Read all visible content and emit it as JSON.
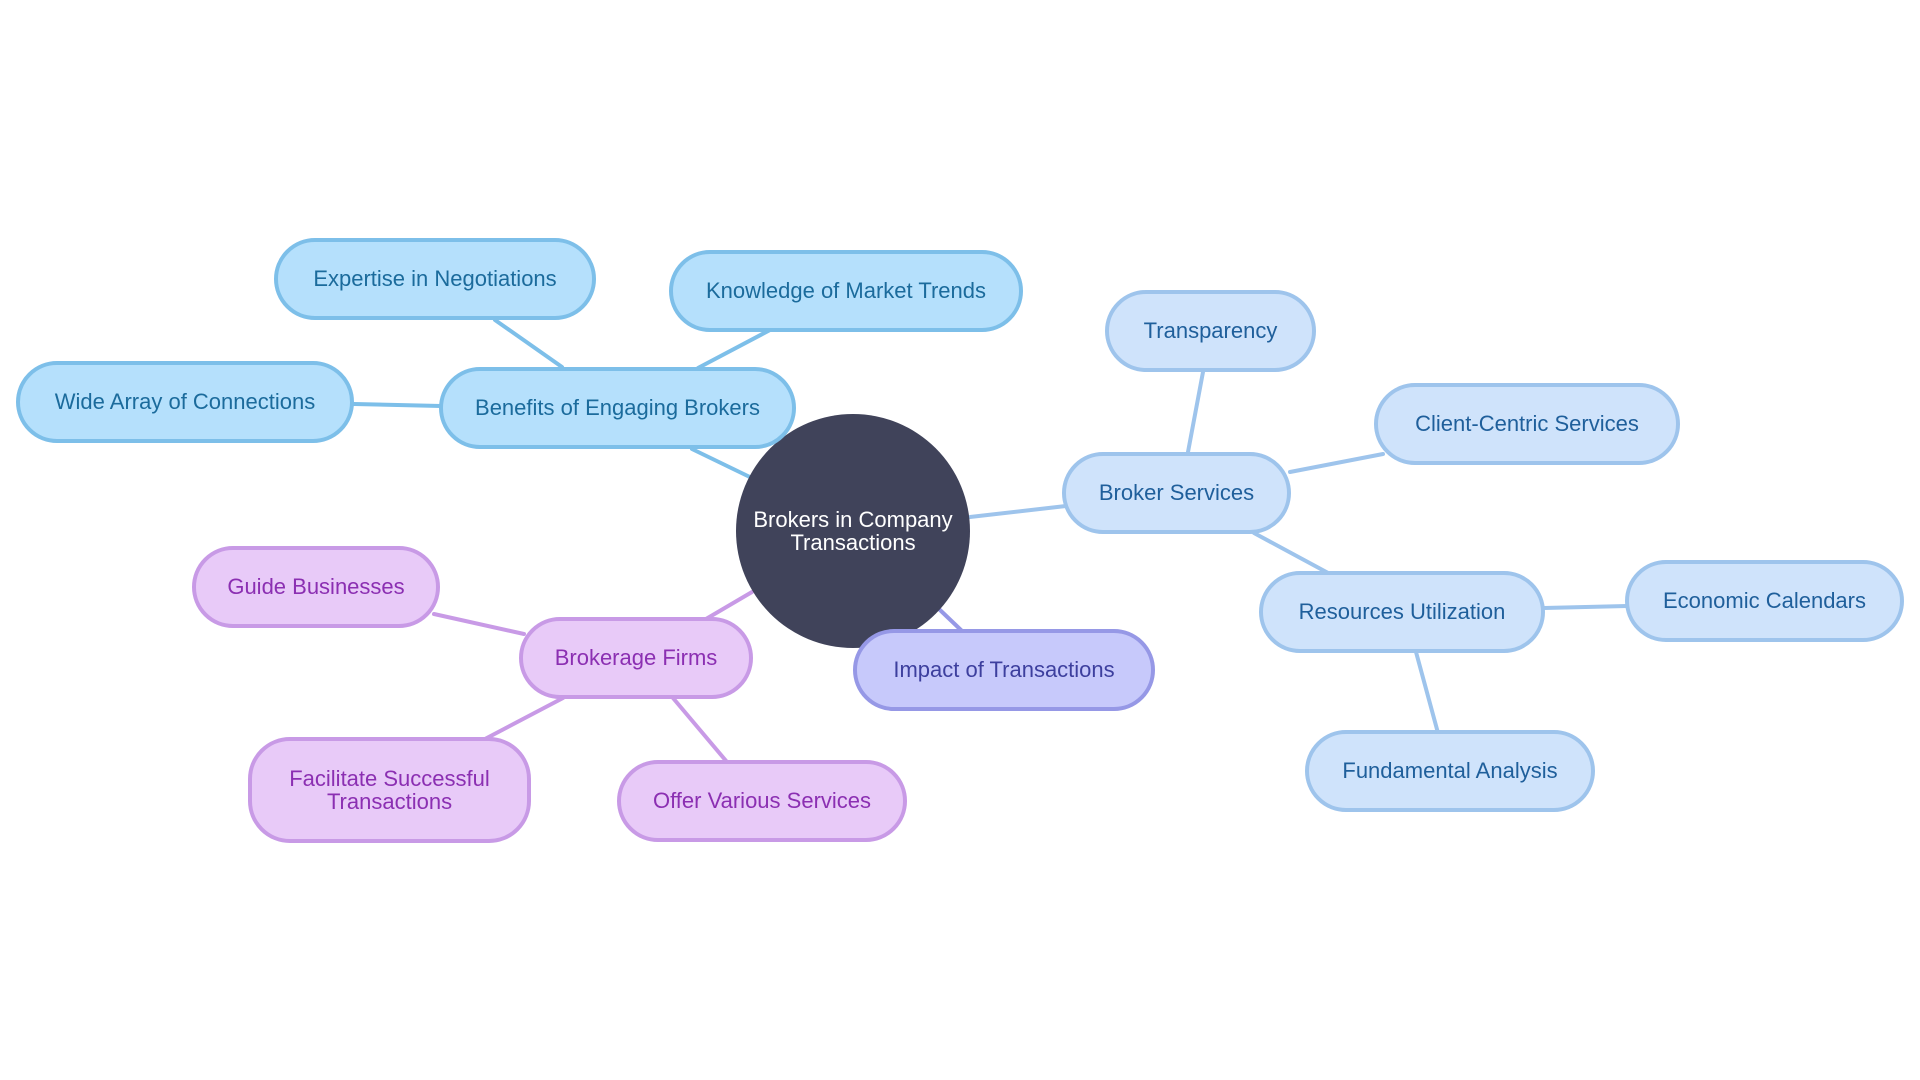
{
  "root": {
    "label": "Brokers in Company Transactions",
    "color": "#40435a"
  },
  "branches": {
    "benefits": {
      "label": "Benefits of Engaging Brokers",
      "color": "#7dbfe9",
      "children": [
        "Expertise in Negotiations",
        "Knowledge of Market Trends",
        "Wide Array of Connections"
      ]
    },
    "broker_services": {
      "label": "Broker Services",
      "color": "#9ec4ec",
      "children": [
        "Transparency",
        "Client-Centric Services"
      ],
      "resources": {
        "label": "Resources Utilization",
        "children": [
          "Economic Calendars",
          "Fundamental Analysis"
        ]
      }
    },
    "brokerage_firms": {
      "label": "Brokerage Firms",
      "color": "#c89ae6",
      "children": [
        "Guide Businesses",
        "Facilitate Successful Transactions",
        "Offer Various Services"
      ]
    },
    "impact": {
      "label": "Impact of Transactions",
      "color": "#9698e6"
    }
  }
}
